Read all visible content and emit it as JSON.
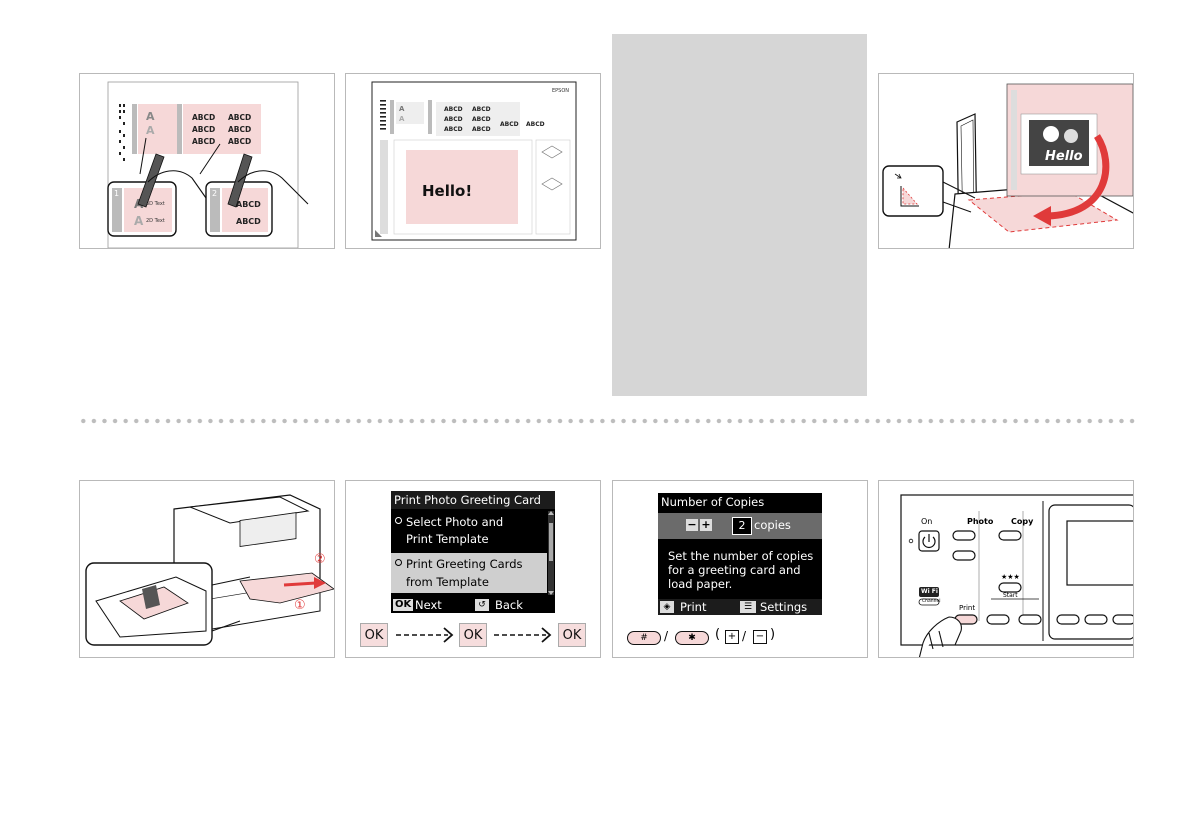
{
  "top_row": {
    "panel1": {
      "illustration": "template-marking-illustration",
      "cells_top": [
        "ABCD",
        "ABCD",
        "ABCD",
        "ABCD",
        "ABCD",
        "ABCD"
      ],
      "callout1_number": "1",
      "callout1_options": [
        "3D Text",
        "2D Text"
      ],
      "callout2_number": "2",
      "callout2_options": [
        "ABCD",
        "ABCD"
      ],
      "small_options": [
        "3D Text",
        "2D Text"
      ]
    },
    "panel2": {
      "brand": "EPSON",
      "hello_text": "Hello!",
      "cells": [
        "ABCD",
        "ABCD",
        "ABCD",
        "ABCD",
        "ABCD",
        "ABCD",
        "ABCD",
        "ABCD"
      ]
    },
    "panel4": {
      "illustration": "scanner-glass-template-placement",
      "photo_text": "Hello"
    }
  },
  "bottom_row": {
    "panel1": {
      "illustration": "paper-cassette-insert",
      "step_labels": [
        "②",
        "①"
      ]
    },
    "panel2": {
      "lcd_title": "Print Photo Greeting Card",
      "menu": [
        {
          "line1": "Select Photo and",
          "line2": "Print Template"
        },
        {
          "line1": "Print Greeting Cards",
          "line2": "from Template"
        }
      ],
      "footer_ok": "OK",
      "footer_next": "Next",
      "footer_back": "Back",
      "ok_buttons": [
        "OK",
        "OK",
        "OK"
      ]
    },
    "panel3": {
      "lcd_title": "Number of Copies",
      "copies_value": "2",
      "copies_label": "copies",
      "message_lines": [
        "Set the number of copies",
        "for a greeting card and",
        "load paper."
      ],
      "footer_print": "Print",
      "footer_settings": "Settings",
      "key_hash": "#",
      "key_star": "✱",
      "paren_open": "(",
      "paren_close": ")",
      "slash": "/",
      "key_plus": "+",
      "key_minus": "−"
    },
    "panel4": {
      "on_label": "On",
      "photo_label": "Photo",
      "copy_label": "Copy",
      "wifi_label": "Wi Fi",
      "wifi_sub": "Channel",
      "print_label": "Print",
      "start_label": "Start",
      "stars": "★★★"
    }
  },
  "colors": {
    "pink": "#f6d8d8",
    "red_accent": "#e03a3a",
    "panel_border": "#b9b9b9",
    "gray_box": "#d6d6d6",
    "lcd_bg": "#000000",
    "lcd_highlight": "#cfcfcf"
  }
}
